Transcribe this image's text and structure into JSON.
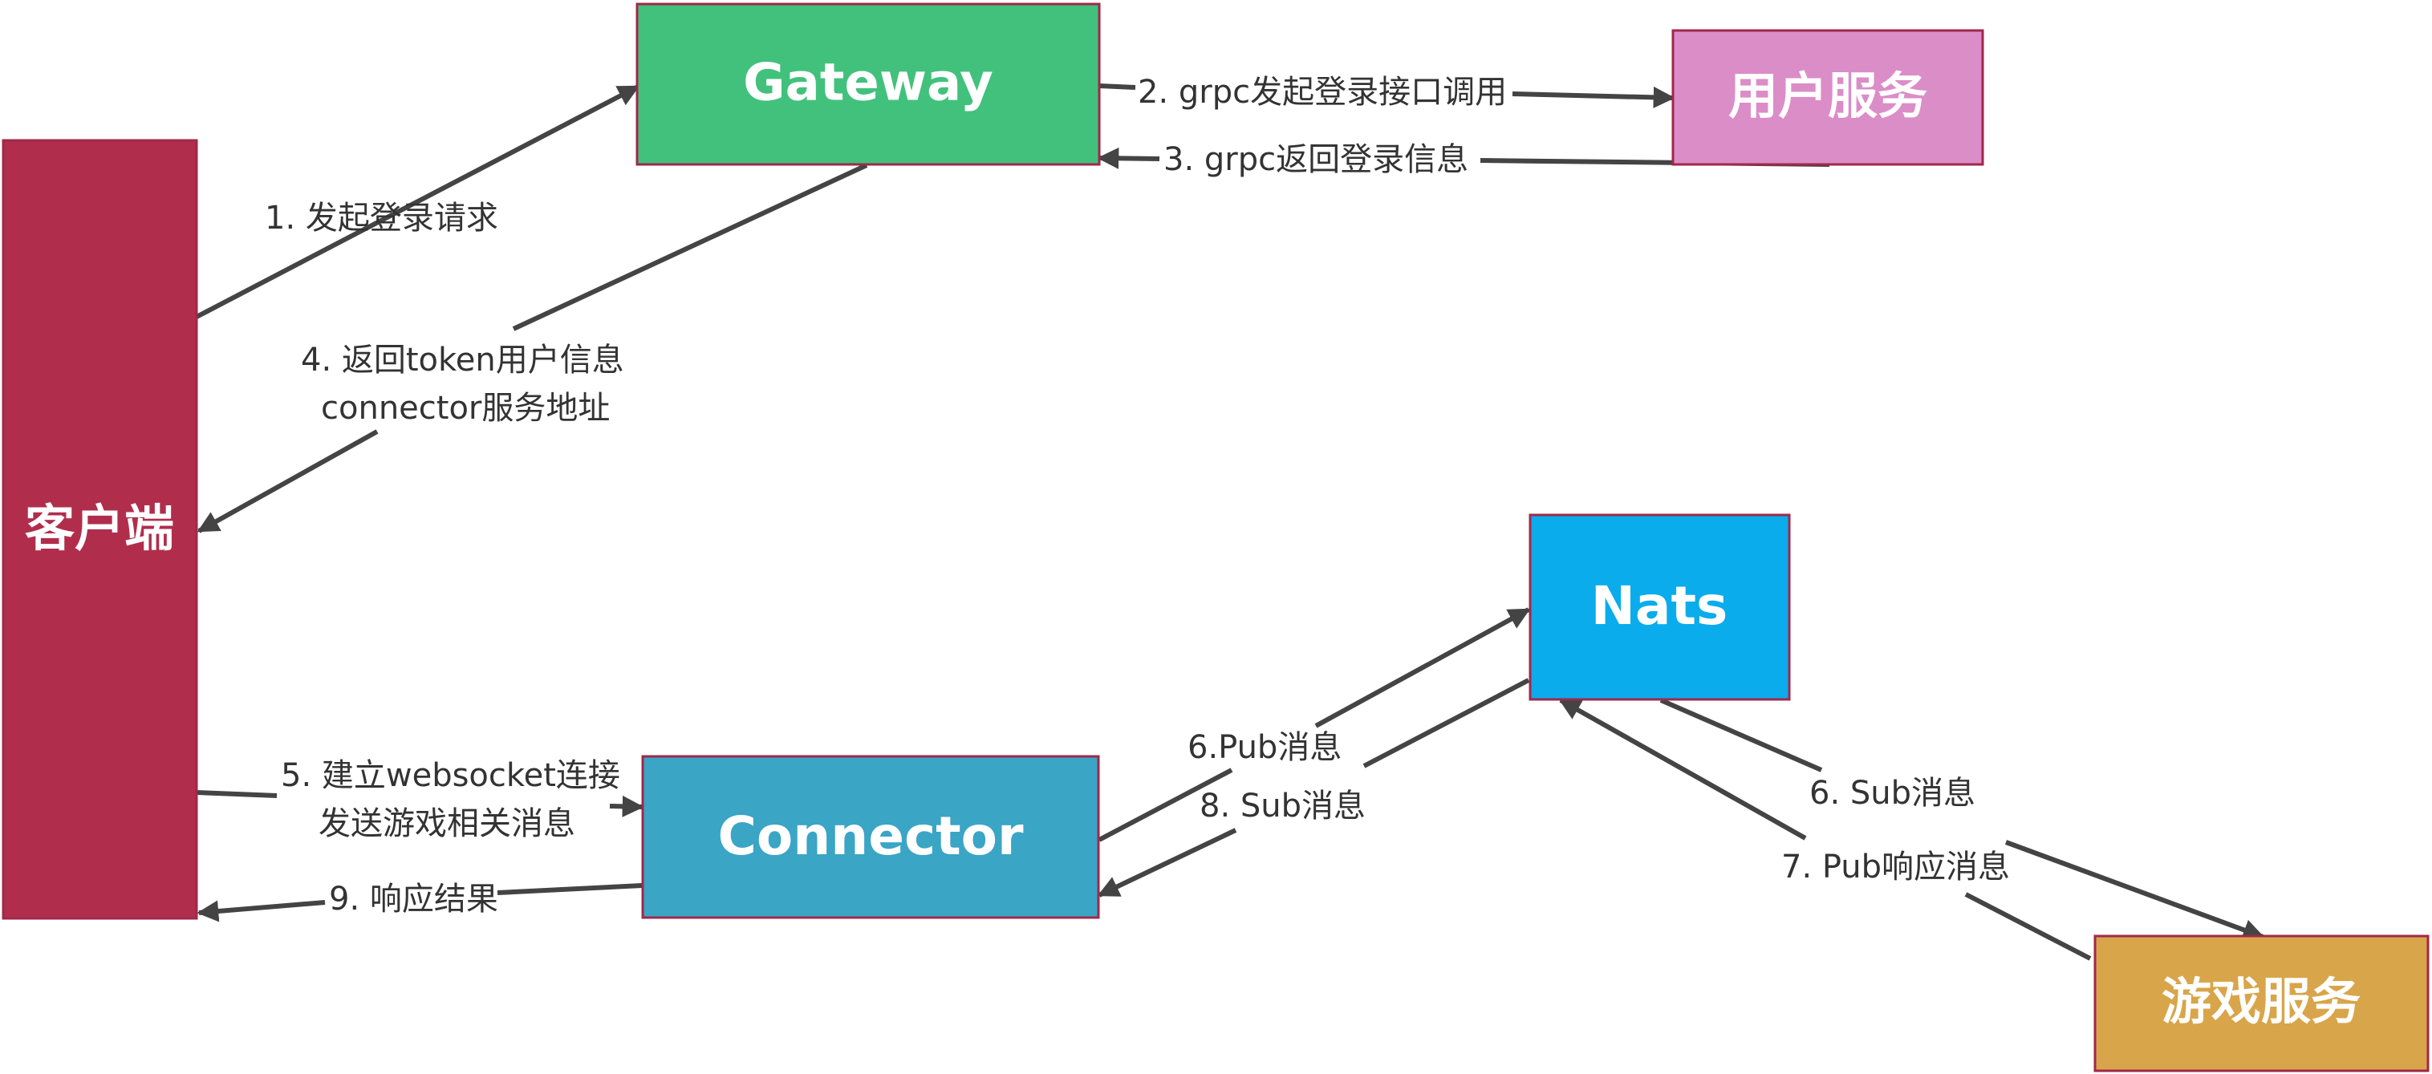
{
  "nodes": {
    "client": {
      "label": "客户端",
      "color": "#B02E4C"
    },
    "gateway": {
      "label": "Gateway",
      "color": "#42C17D"
    },
    "user_service": {
      "label": "用户服务",
      "color": "#DB8DC8"
    },
    "nats": {
      "label": "Nats",
      "color": "#0AACEB"
    },
    "connector": {
      "label": "Connector",
      "color": "#3AA5C5"
    },
    "game_service": {
      "label": "游戏服务",
      "color": "#D8A54A"
    }
  },
  "edges": {
    "e1": {
      "label": "1. 发起登录请求"
    },
    "e2": {
      "label": "2. grpc发起登录接口调用"
    },
    "e3": {
      "label": "3. grpc返回登录信息"
    },
    "e4": {
      "line1": "4. 返回token用户信息",
      "line2": "connector服务地址"
    },
    "e5": {
      "line1": "5. 建立websocket连接",
      "line2": "发送游戏相关消息"
    },
    "e6_pub": {
      "label": "6.Pub消息"
    },
    "e8_sub": {
      "label": "8. Sub消息"
    },
    "e6_sub": {
      "label": "6. Sub消息"
    },
    "e7_pub": {
      "label": "7. Pub响应消息"
    },
    "e9": {
      "label": "9. 响应结果"
    }
  },
  "style": {
    "line_color": "#444444",
    "border_color": "#A0284A"
  }
}
